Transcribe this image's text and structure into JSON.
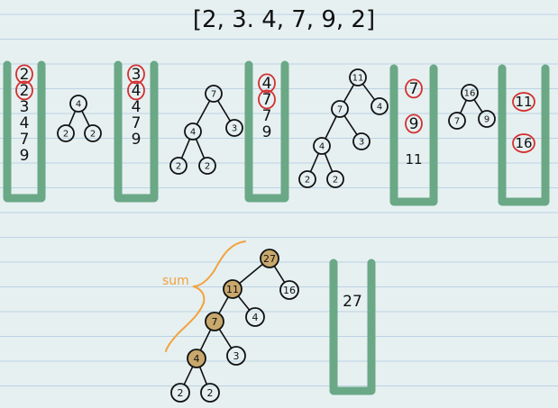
{
  "title": "[2, 3. 4, 7, 9, 2]",
  "sum_label": "sum",
  "colors": {
    "paper": "#e6f0f1",
    "rule_line": "#bcd2e3",
    "ink": "#111111",
    "container": "#6aa886",
    "red_circle": "#d32f2f",
    "gold_fill": "#c8a86c",
    "orange_brace": "#f2a23c"
  },
  "steps": [
    {
      "id": "step-1",
      "stack": [
        "2",
        "2",
        "3",
        "4",
        "7",
        "9"
      ],
      "circled": [
        0,
        1
      ],
      "tree": {
        "nodes": [
          {
            "id": "a",
            "label": "4"
          },
          {
            "id": "b",
            "label": "2"
          },
          {
            "id": "c",
            "label": "2"
          }
        ],
        "edges": [
          [
            "a",
            "b"
          ],
          [
            "a",
            "c"
          ]
        ]
      }
    },
    {
      "id": "step-2",
      "stack": [
        "3",
        "4",
        "4",
        "7",
        "9"
      ],
      "circled": [
        0,
        1
      ],
      "tree": {
        "nodes": [
          {
            "id": "a",
            "label": "7"
          },
          {
            "id": "b",
            "label": "4"
          },
          {
            "id": "c",
            "label": "3"
          },
          {
            "id": "d",
            "label": "2"
          },
          {
            "id": "e",
            "label": "2"
          }
        ],
        "edges": [
          [
            "a",
            "b"
          ],
          [
            "a",
            "c"
          ],
          [
            "b",
            "d"
          ],
          [
            "b",
            "e"
          ]
        ]
      }
    },
    {
      "id": "step-3",
      "stack": [
        "4",
        "7",
        "7",
        "9"
      ],
      "circled": [
        0,
        1
      ],
      "tree": {
        "nodes": [
          {
            "id": "a",
            "label": "11"
          },
          {
            "id": "b",
            "label": "7"
          },
          {
            "id": "c",
            "label": "4"
          },
          {
            "id": "d",
            "label": "4"
          },
          {
            "id": "e",
            "label": "3"
          },
          {
            "id": "f",
            "label": "2"
          },
          {
            "id": "g",
            "label": "2"
          }
        ],
        "edges": [
          [
            "a",
            "b"
          ],
          [
            "a",
            "c"
          ],
          [
            "b",
            "d"
          ],
          [
            "b",
            "e"
          ],
          [
            "d",
            "f"
          ],
          [
            "d",
            "g"
          ]
        ]
      }
    },
    {
      "id": "step-4",
      "stack": [
        "7",
        "9",
        "11"
      ],
      "circled": [
        0,
        1
      ],
      "tree": {
        "nodes": [
          {
            "id": "a",
            "label": "16"
          },
          {
            "id": "b",
            "label": "7"
          },
          {
            "id": "c",
            "label": "9"
          }
        ],
        "edges": [
          [
            "a",
            "b"
          ],
          [
            "a",
            "c"
          ]
        ]
      }
    },
    {
      "id": "step-5",
      "stack": [
        "11",
        "16"
      ],
      "circled": [
        0,
        1
      ]
    }
  ],
  "final": {
    "stack": [
      "27"
    ],
    "tree": {
      "nodes": [
        {
          "id": "a",
          "label": "27",
          "highlight": true
        },
        {
          "id": "b",
          "label": "11",
          "highlight": true
        },
        {
          "id": "c",
          "label": "16"
        },
        {
          "id": "d",
          "label": "7",
          "highlight": true
        },
        {
          "id": "e",
          "label": "4"
        },
        {
          "id": "f",
          "label": "4",
          "highlight": true
        },
        {
          "id": "g",
          "label": "3"
        },
        {
          "id": "h",
          "label": "2"
        },
        {
          "id": "i",
          "label": "2"
        }
      ],
      "edges": [
        [
          "a",
          "b"
        ],
        [
          "a",
          "c"
        ],
        [
          "b",
          "d"
        ],
        [
          "b",
          "e"
        ],
        [
          "d",
          "f"
        ],
        [
          "d",
          "g"
        ],
        [
          "f",
          "h"
        ],
        [
          "f",
          "i"
        ]
      ]
    }
  }
}
